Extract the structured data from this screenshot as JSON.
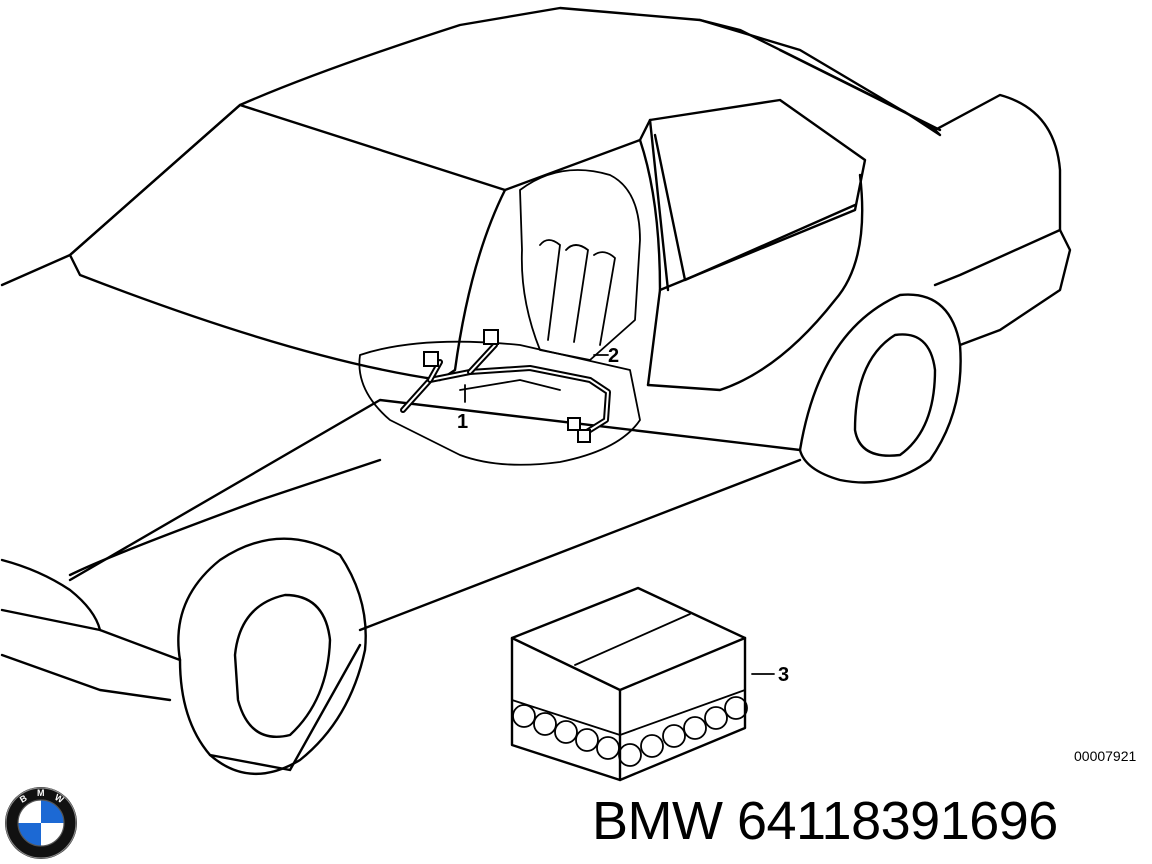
{
  "callouts": {
    "one": "1",
    "two": "2",
    "three": "3"
  },
  "reference_number": "00007921",
  "brand_text": "BMW 64118391696",
  "logo": {
    "name": "bmw-roundel-logo",
    "lettering": "BMW",
    "colors": {
      "blue": "#1c69d4",
      "white": "#ffffff",
      "ring": "#000000"
    }
  }
}
